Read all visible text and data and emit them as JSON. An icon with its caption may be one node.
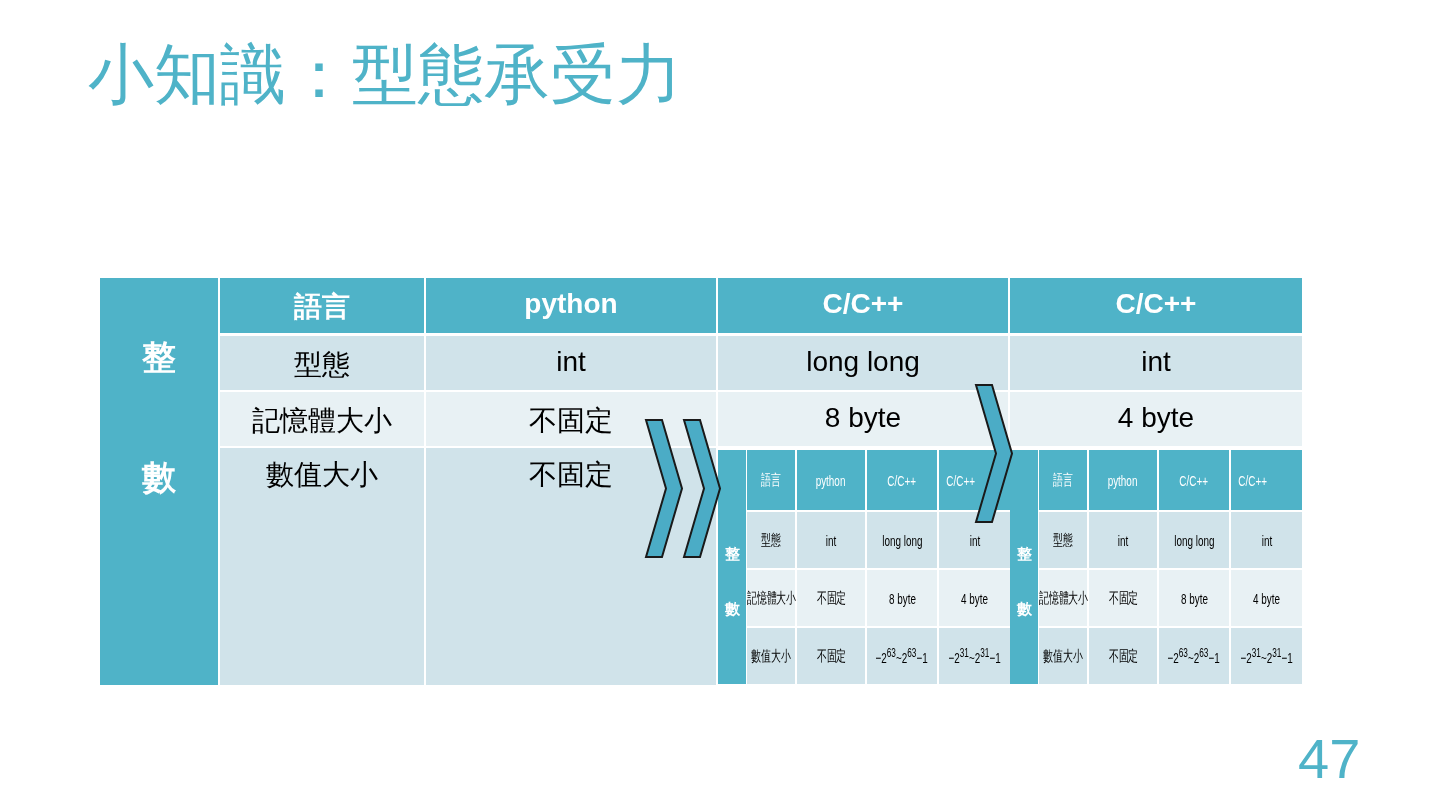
{
  "diagram": {
    "title": "小知識：型態承受力",
    "nodes": [
      {
        "text": [
          "整",
          "數",
          "語言",
          "python",
          "C/C++",
          "C/C++",
          "型態",
          "int",
          "long long",
          "int",
          "記憶體大小",
          "不固定",
          "8 byte",
          "4 byte",
          "數值大小",
          "不固定",
          "−2$^{63}$~2$^{63}$−1",
          "−2$^{31}$~2$^{31}$−1"
        ]
      },
      {
        "text": [
          "整",
          "數",
          "語言",
          "python",
          "C/C++",
          "C/C++",
          "型態",
          "int",
          "long long",
          "int",
          "記憶體大小",
          "不固定",
          "8 byte",
          "4 byte",
          "數值大小",
          "不固定",
          "−2$^{63}$~2$^{63}$−1",
          "−2$^{31}$~2$^{31}$−1"
        ]
      },
      {
        "text": [
          "不固定"
        ]
      }
    ],
    "edges": [
      {
        "from": 2,
        "to": 0,
        "arrow": "to"
      },
      {
        "from": 0,
        "to": 1,
        "arrow": "to"
      }
    ],
    "labels": [
      "整",
      "數",
      "語言",
      "python",
      "C/C++",
      "C/C++",
      "型態",
      "int",
      "long long",
      "int",
      "記憶體大小",
      "不固定",
      "8 byte",
      "4 byte",
      "數值大小",
      "47"
    ]
  }
}
